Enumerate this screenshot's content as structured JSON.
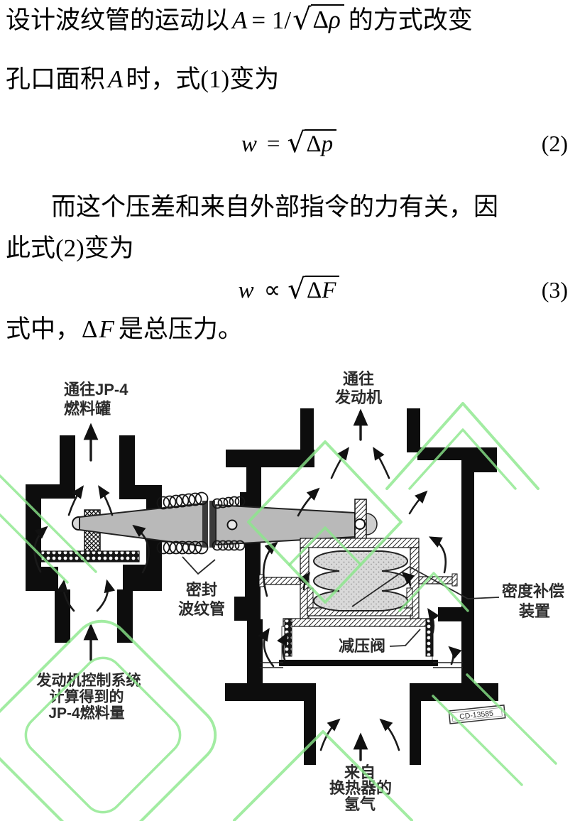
{
  "document": {
    "p1": {
      "l1_before": "设计波纹管的运动以",
      "l1_var": "A",
      "l1_mid": "= 1/",
      "l1_delta": "Δ",
      "l1_rho": "ρ",
      "l1_after": "的方式改变",
      "l2_a": "孔口面积",
      "l2_var": "A",
      "l2_b": "时，式(1)变为"
    },
    "eq2": {
      "lhs": "w",
      "rel": "=",
      "delta": "Δ",
      "var": "p",
      "label": "(2)"
    },
    "p2": {
      "l1": "而这个压差和来自外部指令的力有关，因",
      "l2": "此式(2)变为"
    },
    "eq3": {
      "lhs": "w",
      "rel": "∝",
      "delta": "Δ",
      "var": "F",
      "label": "(3)"
    },
    "p3": {
      "a": "式中，",
      "delta": "Δ",
      "var": "F",
      "b": "是总压力。"
    }
  },
  "diagram": {
    "labels": {
      "to_jp4_tank_1": "通往JP-4",
      "to_jp4_tank_2": "燃料罐",
      "to_engine_1": "通往",
      "to_engine_2": "发动机",
      "seal_bellows_1": "密封",
      "seal_bellows_2": "波纹管",
      "density_comp_1": "密度补偿",
      "density_comp_2": "装置",
      "pressure_reducing_valve": "减压阀",
      "engine_ctrl_1": "发动机控制系统",
      "engine_ctrl_2": "计算得到的",
      "engine_ctrl_3": "JP-4燃料量",
      "from_hx_1": "来自",
      "from_hx_2": "换热器的",
      "from_hx_3": "氢气",
      "figure_code": "CD-13585"
    },
    "colors": {
      "watermark_green": "#8be78b",
      "lever_gray": "#b9b9b9",
      "line_black": "#111111",
      "label_gray": "#2b2b2b"
    }
  }
}
